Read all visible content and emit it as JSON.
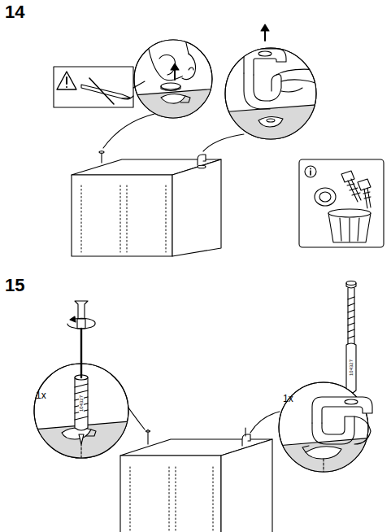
{
  "diagram": {
    "labels": [
      "14",
      "15",
      "1x",
      "104327",
      "1x",
      "104327"
    ]
  }
}
